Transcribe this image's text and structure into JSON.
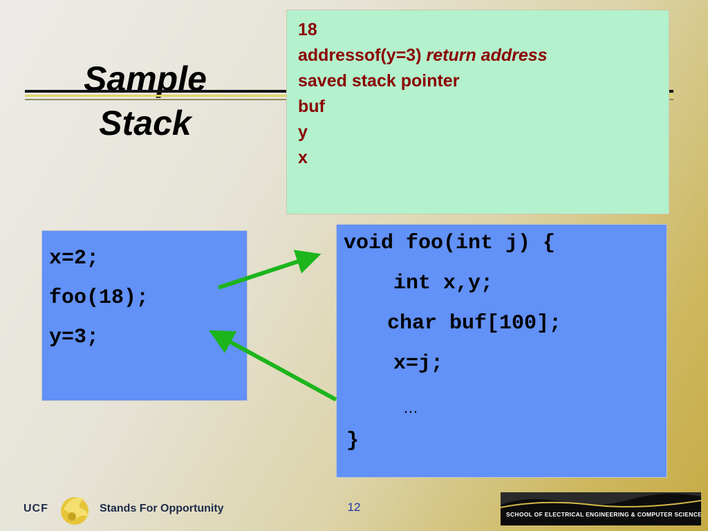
{
  "slide": {
    "title_line1": "Sample",
    "title_line2": "Stack",
    "page_number": "12"
  },
  "stack": {
    "entries": [
      {
        "text": "18"
      },
      {
        "text": "addressof(y=3) ",
        "note": "return address"
      },
      {
        "text": "saved stack pointer"
      },
      {
        "text": "buf"
      },
      {
        "text": "y"
      },
      {
        "text": "x"
      }
    ]
  },
  "caller_code": [
    "x=2;",
    "foo(18);",
    "y=3;"
  ],
  "callee_code": {
    "line1": "void foo(int j) {",
    "line2": "int x,y;",
    "line3": "char buf[100];",
    "line4": "x=j;",
    "line5": "…",
    "line6": "}"
  },
  "footer": {
    "org": "UCF",
    "tagline": "Stands For Opportunity",
    "school": "SCHOOL OF ELECTRICAL ENGINEERING & COMPUTER SCIENCE"
  },
  "colors": {
    "arrow": "#1cb51c",
    "code_box": "#6291f7",
    "stack_box": "#b3f2cd",
    "stack_text": "#8b0000"
  }
}
